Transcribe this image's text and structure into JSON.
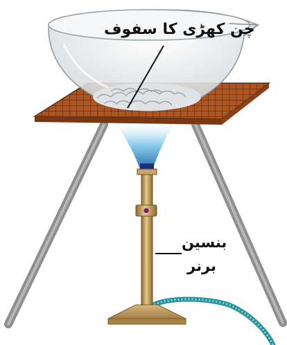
{
  "labels": {
    "powder": "چن کھڑی کا سفوف",
    "burner_line1": "بنسین",
    "burner_line2": "برنر"
  },
  "colors": {
    "tripod_legs": "#8e8e8e",
    "gauze": "#b0531d",
    "gauze_grid": "#5a2b12",
    "burner_brass": "#c7a160",
    "burner_base": "#c9a36e",
    "flame": "#4aa8d8",
    "gas_hose": "#4cc0c8",
    "dish_glass": "#e4e8ea",
    "powder": "#dfe3e6"
  }
}
